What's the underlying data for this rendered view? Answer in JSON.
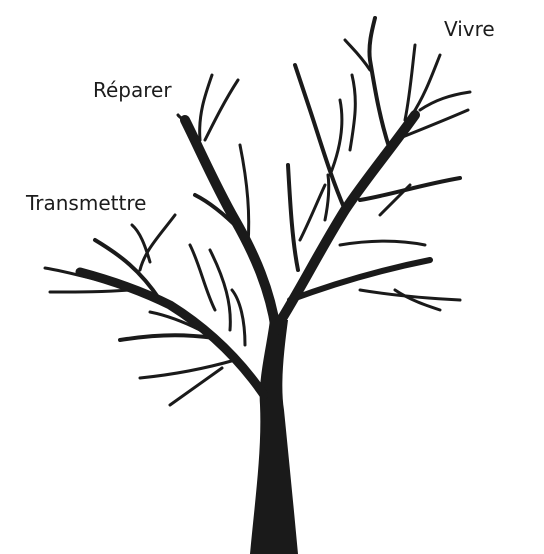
{
  "labels": {
    "vivre": "Vivre",
    "reparer": "Réparer",
    "transmettre": "Transmettre"
  },
  "colors": {
    "tree": "#1a1a1a",
    "text": "#1c1c1c",
    "background": "#ffffff"
  }
}
